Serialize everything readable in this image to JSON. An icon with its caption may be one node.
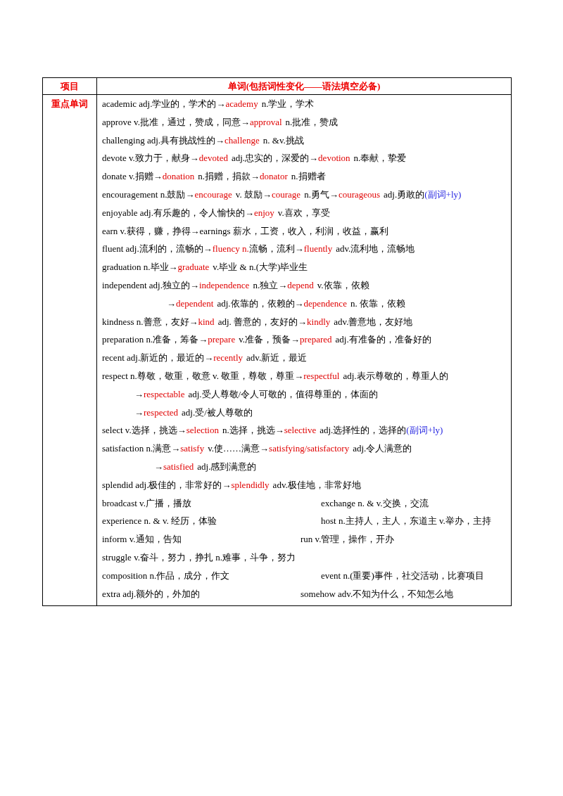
{
  "diagram": {
    "labels": [
      "项目",
      "单词(包括词性变化——语法填空必备)",
      "重点单词",
      "academic adj.学业的，学术的→",
      "academy",
      "n.学业，学术",
      "approve v.批准，通过，赞成，同意→",
      "approval",
      "n.批准，赞成",
      "challenging adj.具有挑战性的→",
      "challenge",
      "n. &v.挑战",
      "devote v.致力于，献身→",
      "devoted",
      "adj.忠实的，深爱的→",
      "devotion",
      "n.奉献，挚爱",
      "donate v.捐赠→",
      "donation",
      "n.捐赠，捐款→",
      "donator",
      "n.捐赠者",
      "encouragement n.鼓励→",
      "encourage",
      "v. 鼓励→",
      "courage",
      "n.勇气→",
      "courageous",
      "adj.勇敢的",
      "(副词+ly)",
      "enjoyable adj.有乐趣的，令人愉快的→",
      "enjoy",
      "v.喜欢，享受",
      "earn v.获得，赚，挣得→earnings 薪水，工资，收入，利润，收益，赢利",
      "fluent adj.流利的，流畅的→",
      "fluency n.",
      "流畅，流利→",
      "fluently",
      "adv.流利地，流畅地",
      "graduation n.毕业→",
      "graduate",
      "v.毕业 & n.(大学)毕业生",
      "independent adj.独立的→",
      "independence",
      "n.独立→",
      "depend",
      "v.依靠，依赖",
      "→",
      "dependent",
      "adj.依靠的，依赖的→",
      "dependence",
      "n. 依靠，依赖",
      "kindness n.善意，友好→",
      "kind",
      "adj. 善意的，友好的→",
      "kindly",
      "adv.善意地，友好地",
      "preparation n.准备，筹备→",
      "prepare",
      "v.准备，预备→",
      "prepared",
      "adj.有准备的，准备好的",
      "recent adj.新近的，最近的→",
      "recently",
      "adv.新近，最近",
      "respect n.尊敬，敬重，敬意 v. 敬重，尊敬，尊重→",
      "respectful",
      "adj.表示尊敬的，尊重人的",
      "→",
      "respectable",
      "adj.受人尊敬/令人可敬的，值得尊重的，体面的",
      "→",
      "respected",
      "adj.受/被人尊敬的",
      "select v.选择，挑选→",
      "selection",
      "n.选择，挑选→",
      "selective",
      "adj.选择性的，选择的",
      "(副词+ly)",
      "satisfaction n.满意→",
      "satisfy",
      "v.使……满意→",
      "satisfying/satisfactory",
      "adj.令人满意的",
      "→",
      "satisfied",
      "adj.感到满意的",
      "splendid adj.极佳的，非常好的→",
      "splendidly",
      "adv.极佳地，非常好地",
      "broadcast v.广播，播放",
      "exchange n. & v.交换，交流",
      "experience n. & v. 经历，体验",
      "host n.主持人，主人，东道主 v.举办，主持",
      "inform v.通知，告知",
      "run v.管理，操作，开办",
      "struggle v.奋斗，努力，挣扎 n.难事，斗争，努力",
      "composition n.作品，成分，作文",
      "event n.(重要)事件，社交活动，比赛项目",
      "extra adj.额外的，外加的",
      "somehow adv.不知为什么，不知怎么地"
    ]
  }
}
